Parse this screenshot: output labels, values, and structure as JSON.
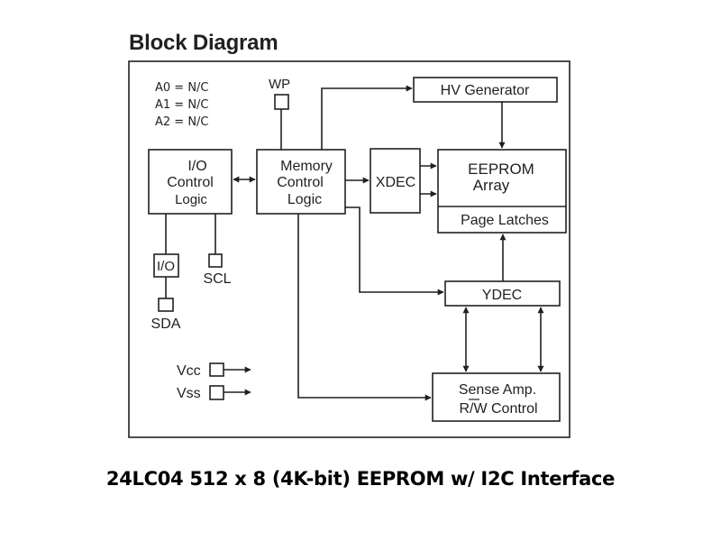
{
  "diagram": {
    "title": "Block Diagram",
    "caption": "24LC04 512 x 8 (4K-bit) EEPROM w/ I2C Interface",
    "address_pins": [
      "A0 = N/C",
      "A1 = N/C",
      "A2 = N/C"
    ],
    "pins": {
      "wp": "WP",
      "scl": "SCL",
      "sda": "SDA",
      "vcc": "Vcc",
      "vss": "Vss",
      "io_buffer": "I/O"
    },
    "blocks": {
      "io_control": [
        "I/O",
        "Control",
        "Logic"
      ],
      "memory_control": [
        "Memory",
        "Control",
        "Logic"
      ],
      "xdec": "XDEC",
      "hv_generator": "HV Generator",
      "eeprom_array": [
        "EEPROM",
        "Array"
      ],
      "page_latches": "Page Latches",
      "ydec": "YDEC",
      "sense_amp": [
        "Sense Amp.",
        "R/W Control"
      ]
    }
  }
}
